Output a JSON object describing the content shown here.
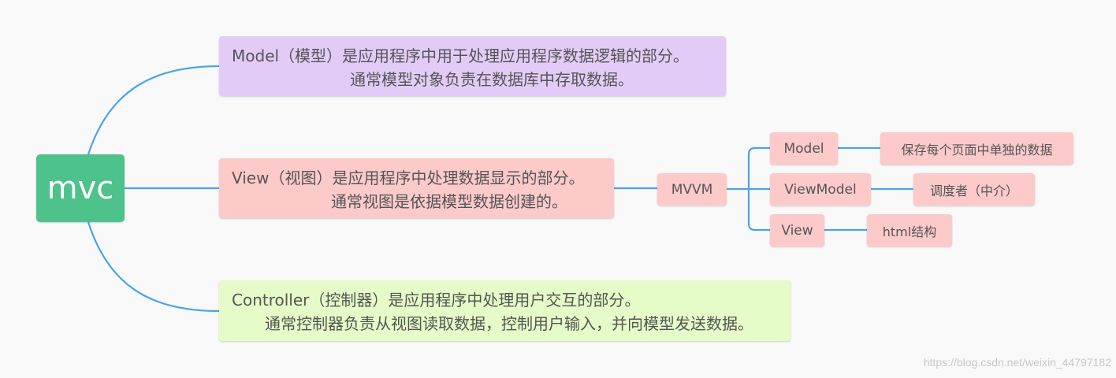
{
  "mindmap": {
    "root": {
      "label": "mvc"
    },
    "model": {
      "line1": "Model（模型）是应用程序中用于处理应用程序数据逻辑的部分。",
      "line2": "通常模型对象负责在数据库中存取数据。"
    },
    "view": {
      "line1": "View（视图）是应用程序中处理数据显示的部分。",
      "line2": "通常视图是依据模型数据创建的。"
    },
    "controller": {
      "line1": "Controller（控制器）是应用程序中处理用户交互的部分。",
      "line2": "通常控制器负责从视图读取数据，控制用户输入，并向模型发送数据。"
    },
    "mvvm": {
      "label": "MVVM",
      "children": [
        {
          "label": "Model",
          "detail": "保存每个页面中单独的数据"
        },
        {
          "label": "ViewModel",
          "detail": "调度者（中介）"
        },
        {
          "label": "View",
          "detail": "html结构"
        }
      ]
    }
  },
  "colors": {
    "connector": "#4ba3e8",
    "root_fill": "#4dc28a",
    "model_fill": "#e2ccf7",
    "view_fill": "#fdcaca",
    "controller_fill": "#e5fbc8"
  },
  "watermark": "https://blog.csdn.net/weixin_44797182"
}
